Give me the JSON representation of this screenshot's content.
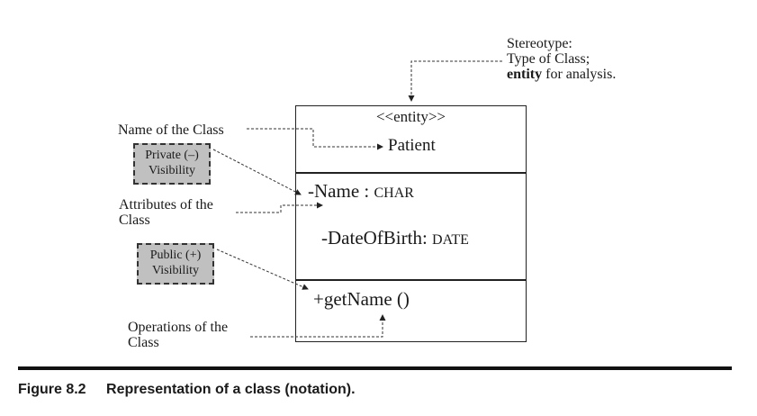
{
  "stereotype_note": {
    "line1": "Stereotype:",
    "line2": "Type of Class;",
    "line3_bold": "entity",
    "line3_rest": "for analysis."
  },
  "class": {
    "stereotype": "<<entity>>",
    "name": "Patient",
    "attributes": [
      {
        "name": "-Name :",
        "type": "CHAR"
      },
      {
        "name": "-DateOfBirth:",
        "type": "DATE"
      }
    ],
    "operation": "+getName ()"
  },
  "labels": {
    "name_of_class": "Name of the Class",
    "private_line1": "Private (–)",
    "private_line2": "Visibility",
    "attributes_line1": "Attributes of the",
    "attributes_line2": "Class",
    "public_line1": "Public (+)",
    "public_line2": "Visibility",
    "operations_line1": "Operations of the",
    "operations_line2": "Class"
  },
  "caption": {
    "number": "Figure 8.2",
    "text": "Representation of a class (notation)."
  }
}
